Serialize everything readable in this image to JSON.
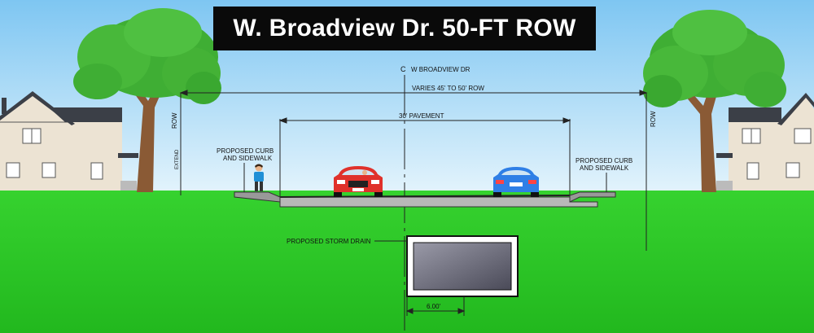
{
  "title": "W. Broadview Dr. 50-FT ROW",
  "centerline": {
    "symbol": "C",
    "label": "W BROADVIEW DR"
  },
  "dimensions": {
    "row_width": "VARIES 45' TO 50' ROW",
    "pavement_width": "30' PAVEMENT",
    "drain_width": "6.00'"
  },
  "labels": {
    "row_left": "ROW",
    "row_right": "ROW",
    "left_vertical": "EXTEND",
    "curb_left_line1": "PROPOSED CURB",
    "curb_left_line2": "AND SIDEWALK",
    "curb_right_line1": "PROPOSED CURB",
    "curb_right_line2": "AND SIDEWALK",
    "storm_drain": "PROPOSED STORM DRAIN"
  },
  "colors": {
    "sky_top": "#7ec6f2",
    "sky_bottom": "#e4f4fc",
    "grass": "#2ecc2a",
    "car_left": "#e0312b",
    "car_right": "#2f7fe6",
    "title_bg": "#0a0a0a"
  }
}
